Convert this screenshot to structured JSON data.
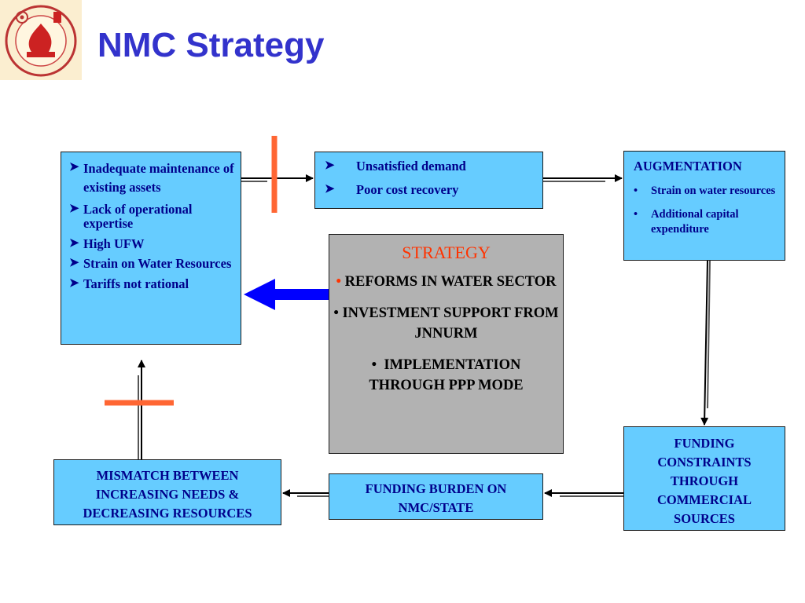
{
  "title": "NMC Strategy",
  "logo": {
    "description_icon": "emblem-logo-icon"
  },
  "colors": {
    "title": "#3333cc",
    "box_fill": "#66ccff",
    "box_text": "#00008b",
    "strategy_fill": "#b2b2b2",
    "accent_red": "#ff3300",
    "barrier": "#ff6633",
    "big_arrow": "#0000ff"
  },
  "causes_box": {
    "items": [
      "Inadequate maintenance of existing assets",
      "Lack of operational expertise",
      "High UFW",
      "Strain on Water Resources",
      "Tariffs not rational"
    ]
  },
  "demand_box": {
    "items": [
      "Unsatisfied demand",
      "Poor cost recovery"
    ]
  },
  "augmentation_box": {
    "heading": "AUGMENTATION",
    "items": [
      "Strain on water resources",
      "Additional capital expenditure"
    ]
  },
  "strategy_box": {
    "heading": "STRATEGY",
    "items": [
      "REFORMS IN WATER SECTOR",
      "INVESTMENT SUPPORT FROM JNNURM",
      "IMPLEMENTATION THROUGH PPP MODE"
    ]
  },
  "funding_constraints_box": {
    "text": "FUNDING CONSTRAINTS THROUGH COMMERCIAL SOURCES"
  },
  "funding_burden_box": {
    "text": "FUNDING BURDEN ON NMC/STATE"
  },
  "mismatch_box": {
    "text": "MISMATCH BETWEEN INCREASING NEEDS & DECREASING RESOURCES"
  }
}
